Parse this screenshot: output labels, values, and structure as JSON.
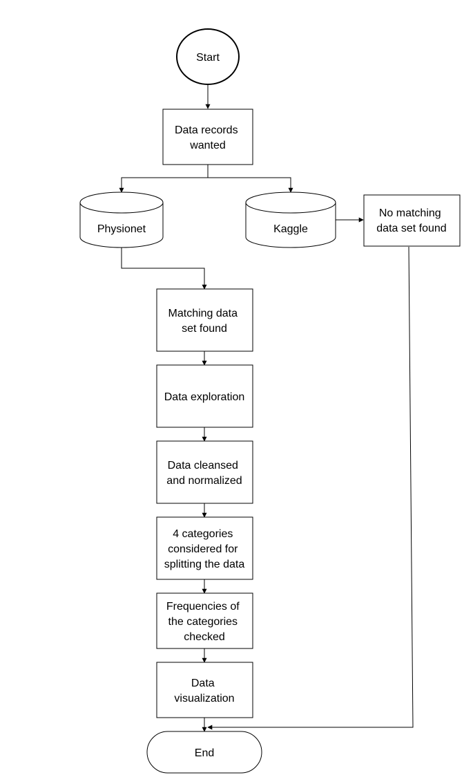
{
  "nodes": {
    "start": "Start",
    "data_records": [
      "Data records",
      "wanted"
    ],
    "physionet": "Physionet",
    "kaggle": "Kaggle",
    "no_match": [
      "No matching",
      "data set found"
    ],
    "matching": [
      "Matching data",
      "set found"
    ],
    "exploration": "Data exploration",
    "cleansed": [
      "Data cleansed",
      "and normalized"
    ],
    "categories": [
      "4 categories",
      "considered for",
      "splitting the data"
    ],
    "frequencies": [
      "Frequencies of",
      "the categories",
      "checked"
    ],
    "visualization": [
      "Data",
      "visualization"
    ],
    "end": "End"
  }
}
